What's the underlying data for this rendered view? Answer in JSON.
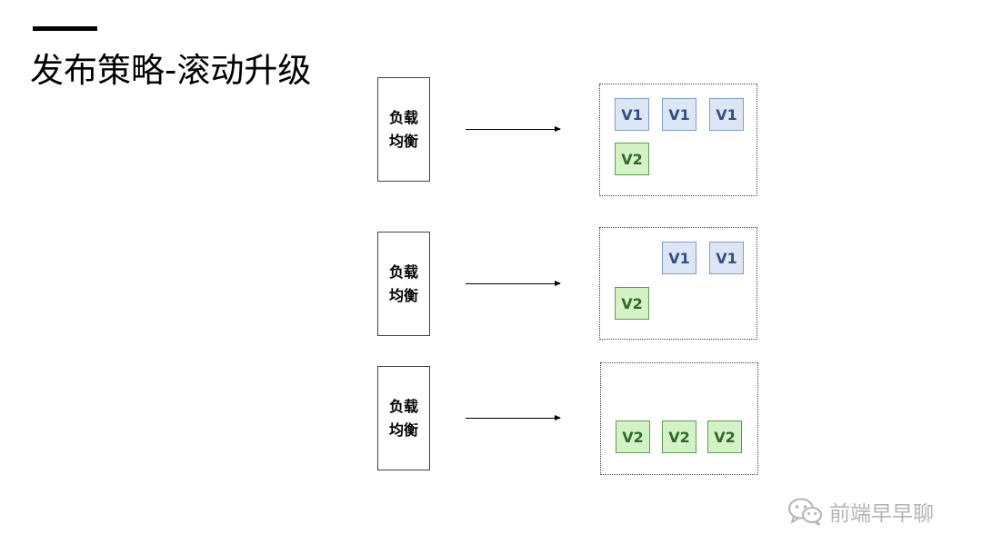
{
  "slide": {
    "title": "发布策略-滚动升级"
  },
  "rows": [
    {
      "load_balancer": {
        "line1": "负载",
        "line2": "均衡"
      },
      "nodes": [
        "V1",
        "V1",
        "V1",
        "V2"
      ]
    },
    {
      "load_balancer": {
        "line1": "负载",
        "line2": "均衡"
      },
      "nodes": [
        "V1",
        "V1",
        "V2"
      ]
    },
    {
      "load_balancer": {
        "line1": "负载",
        "line2": "均衡"
      },
      "nodes": [
        "V2",
        "V2",
        "V2"
      ]
    }
  ],
  "watermark": {
    "text": "前端早早聊",
    "icon": "wechat-icon"
  },
  "colors": {
    "v1_fill": "#dce6f4",
    "v1_border": "#7d9ed0",
    "v2_fill": "#d3f2c6",
    "v2_border": "#5e9d4e"
  }
}
